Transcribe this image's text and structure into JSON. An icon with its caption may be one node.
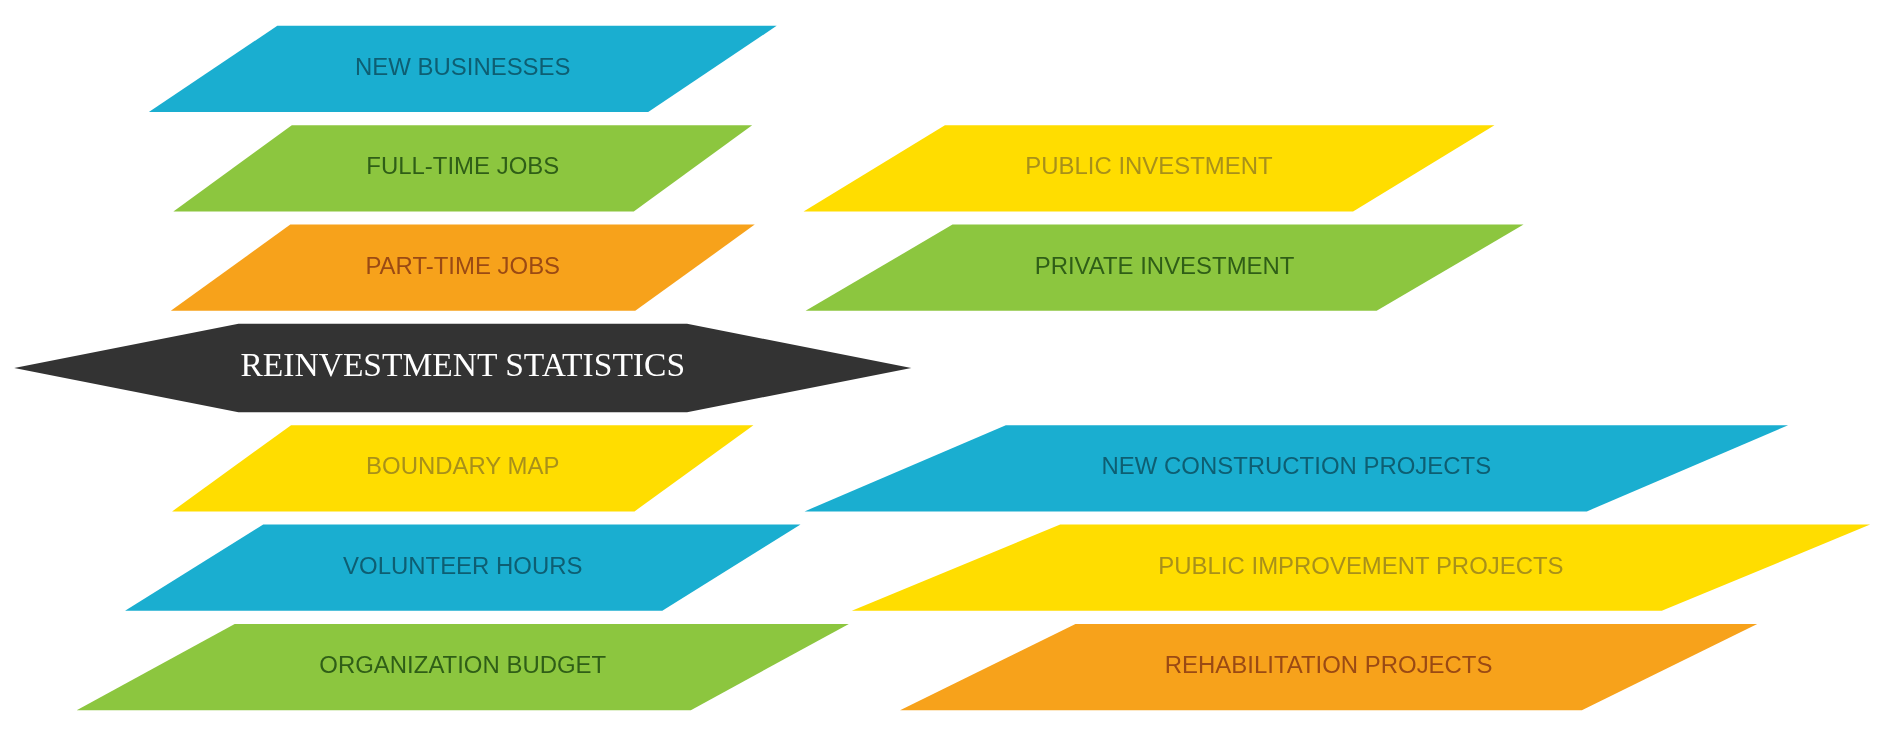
{
  "diagram": {
    "nodes": [
      {
        "text": [
          "NEW BUSINESSES"
        ]
      },
      {
        "text": [
          "FULL-TIME JOBS"
        ]
      },
      {
        "text": [
          "PUBLIC INVESTMENT"
        ]
      },
      {
        "text": [
          "PART-TIME JOBS"
        ]
      },
      {
        "text": [
          "PRIVATE INVESTMENT"
        ]
      },
      {
        "text": [
          "REINVESTMENT STATISTICS"
        ]
      },
      {
        "text": [
          "BOUNDARY MAP"
        ]
      },
      {
        "text": [
          "NEW CONSTRUCTION PROJECTS"
        ]
      },
      {
        "text": [
          "VOLUNTEER HOURS"
        ]
      },
      {
        "text": [
          "PUBLIC IMPROVEMENT PROJECTS"
        ]
      },
      {
        "text": [
          "ORGANIZATION BUDGET"
        ]
      },
      {
        "text": [
          "REHABILITATION PROJECTS"
        ]
      }
    ]
  }
}
